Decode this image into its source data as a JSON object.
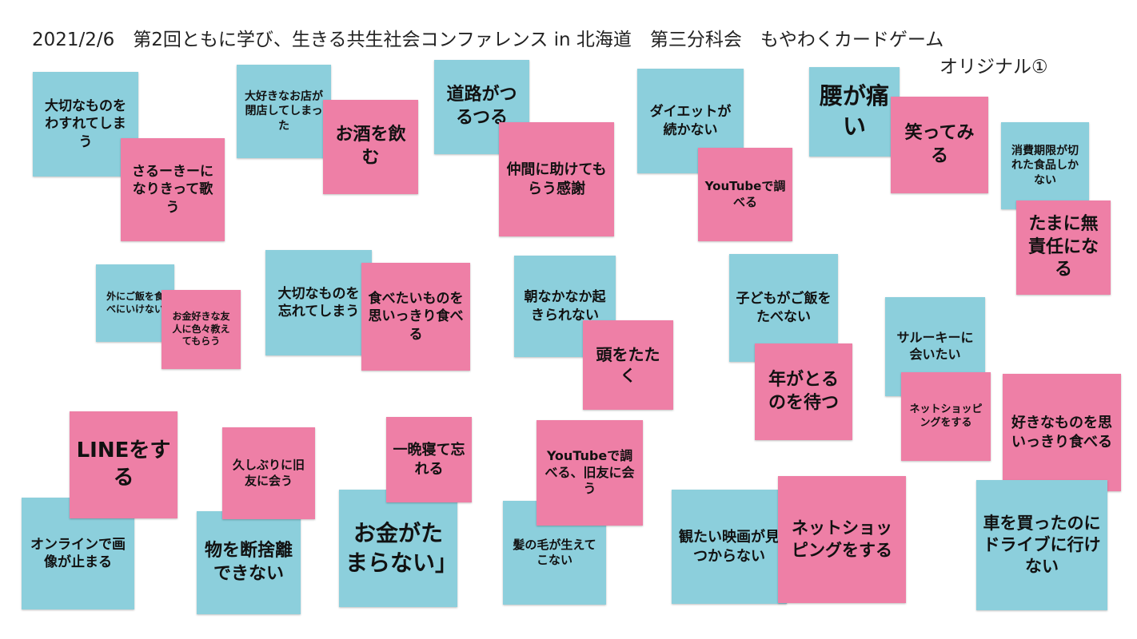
{
  "header": {
    "title": "2021/2/6　第2回ともに学び、生きる共生社会コンファレンス in 北海道　第三分科会　もやわくカードゲーム",
    "subtitle": "オリジナル①"
  },
  "colors": {
    "blue": "#8ccfdc",
    "pink": "#ee7fa6"
  },
  "notes": [
    "大切なものをわすれてしまう",
    "さるーきーになりきって歌う",
    "大好きなお店が閉店してしまった",
    "お酒を飲む",
    "道路がつるつる",
    "仲間に助けてもらう感謝",
    "ダイエットが続かない",
    "YouTubeで調べる",
    "腰が痛い",
    "笑ってみる",
    "消費期限が切れた食品しかない",
    "たまに無責任になる",
    "外にご飯を食べにいけない",
    "お金好きな友人に色々教えてもらう",
    "大切なものを忘れてしまう",
    "食べたいものを思いっきり食べる",
    "朝なかなか起きられない",
    "頭をたたく",
    "子どもがご飯をたべない",
    "年がとるのを待つ",
    "サルーキーに会いたい",
    "ネットショッピングをする",
    "好きなものを思いっきり食べる",
    "LINEをする",
    "オンラインで画像が止まる",
    "久しぶりに旧友に会う",
    "物を断捨離できない",
    "一晩寝て忘れる",
    "お金がたまらない」",
    "YouTubeで調べる、旧友に会う",
    "髪の毛が生えてこない",
    "観たい映画が見つからない",
    "ネットショッピングをする",
    "車を買ったのにドライブに行けない"
  ]
}
